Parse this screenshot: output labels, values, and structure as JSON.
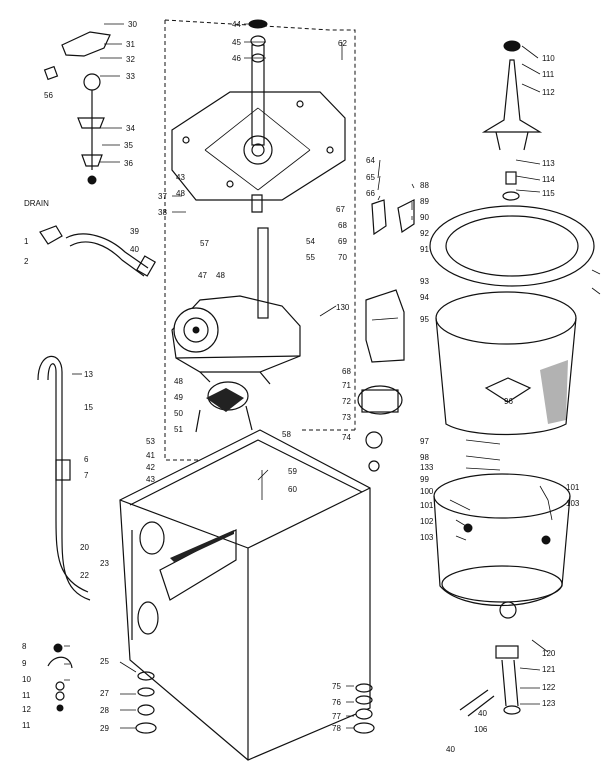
{
  "callouts": [
    {
      "text": "30"
    },
    {
      "text": "31"
    },
    {
      "text": "32"
    },
    {
      "text": "33"
    },
    {
      "text": "34"
    },
    {
      "text": "35"
    },
    {
      "text": "36"
    },
    {
      "text": "56"
    },
    {
      "text": "37"
    },
    {
      "text": "38"
    },
    {
      "text": "DRAIN"
    },
    {
      "text": "1"
    },
    {
      "text": "2"
    },
    {
      "text": "39"
    },
    {
      "text": "40"
    },
    {
      "text": "44"
    },
    {
      "text": "45"
    },
    {
      "text": "46"
    },
    {
      "text": "62"
    },
    {
      "text": "43"
    },
    {
      "text": "48"
    },
    {
      "text": "64"
    },
    {
      "text": "65"
    },
    {
      "text": "66"
    },
    {
      "text": "67"
    },
    {
      "text": "54"
    },
    {
      "text": "55"
    },
    {
      "text": "68"
    },
    {
      "text": "69"
    },
    {
      "text": "70"
    },
    {
      "text": "88"
    },
    {
      "text": "89"
    },
    {
      "text": "90"
    },
    {
      "text": "92"
    },
    {
      "text": "91"
    },
    {
      "text": "93"
    },
    {
      "text": "94"
    },
    {
      "text": "95"
    },
    {
      "text": "96"
    },
    {
      "text": "110"
    },
    {
      "text": "111"
    },
    {
      "text": "112"
    },
    {
      "text": "113"
    },
    {
      "text": "114"
    },
    {
      "text": "115"
    },
    {
      "text": "47"
    },
    {
      "text": "48"
    },
    {
      "text": "57"
    },
    {
      "text": "130"
    },
    {
      "text": "68"
    },
    {
      "text": "71"
    },
    {
      "text": "72"
    },
    {
      "text": "73"
    },
    {
      "text": "74"
    },
    {
      "text": "13"
    },
    {
      "text": "48"
    },
    {
      "text": "49"
    },
    {
      "text": "50"
    },
    {
      "text": "51"
    },
    {
      "text": "58"
    },
    {
      "text": "15"
    },
    {
      "text": "53"
    },
    {
      "text": "41"
    },
    {
      "text": "42"
    },
    {
      "text": "43"
    },
    {
      "text": "6"
    },
    {
      "text": "7"
    },
    {
      "text": "59"
    },
    {
      "text": "60"
    },
    {
      "text": "97"
    },
    {
      "text": "98"
    },
    {
      "text": "133"
    },
    {
      "text": "99"
    },
    {
      "text": "100"
    },
    {
      "text": "101"
    },
    {
      "text": "102"
    },
    {
      "text": "103"
    },
    {
      "text": "101"
    },
    {
      "text": "103"
    },
    {
      "text": "20"
    },
    {
      "text": "23"
    },
    {
      "text": "22"
    },
    {
      "text": "120"
    },
    {
      "text": "121"
    },
    {
      "text": "122"
    },
    {
      "text": "123"
    },
    {
      "text": "8"
    },
    {
      "text": "9"
    },
    {
      "text": "10"
    },
    {
      "text": "11"
    },
    {
      "text": "12"
    },
    {
      "text": "11"
    },
    {
      "text": "25"
    },
    {
      "text": "27"
    },
    {
      "text": "28"
    },
    {
      "text": "29"
    },
    {
      "text": "75"
    },
    {
      "text": "76"
    },
    {
      "text": "77"
    },
    {
      "text": "78"
    },
    {
      "text": "106"
    },
    {
      "text": "40"
    },
    {
      "text": "40"
    }
  ]
}
